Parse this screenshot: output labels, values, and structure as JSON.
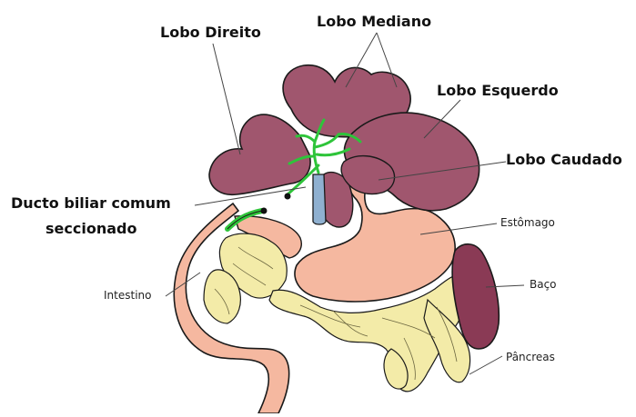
{
  "labels": {
    "lobo_direito": "Lobo Direito",
    "lobo_mediano": "Lobo Mediano",
    "lobo_esquerdo": "Lobo Esquerdo",
    "lobo_caudado": "Lobo Caudado",
    "ducto_line1": "Ducto biliar comum",
    "ducto_line2": "seccionado",
    "estomago": "Estômago",
    "baco": "Baço",
    "intestino": "Intestino",
    "pancreas": "Pâncreas"
  },
  "colors": {
    "liver": "#a0566e",
    "stomach": "#f5b8a0",
    "spleen": "#8a3a55",
    "pancreas": "#f3eba8",
    "intestine": "#f5b8a0",
    "bile_duct": "#2ec43a",
    "vessel": "#8fb0d0",
    "outline": "#1a1a1a"
  }
}
